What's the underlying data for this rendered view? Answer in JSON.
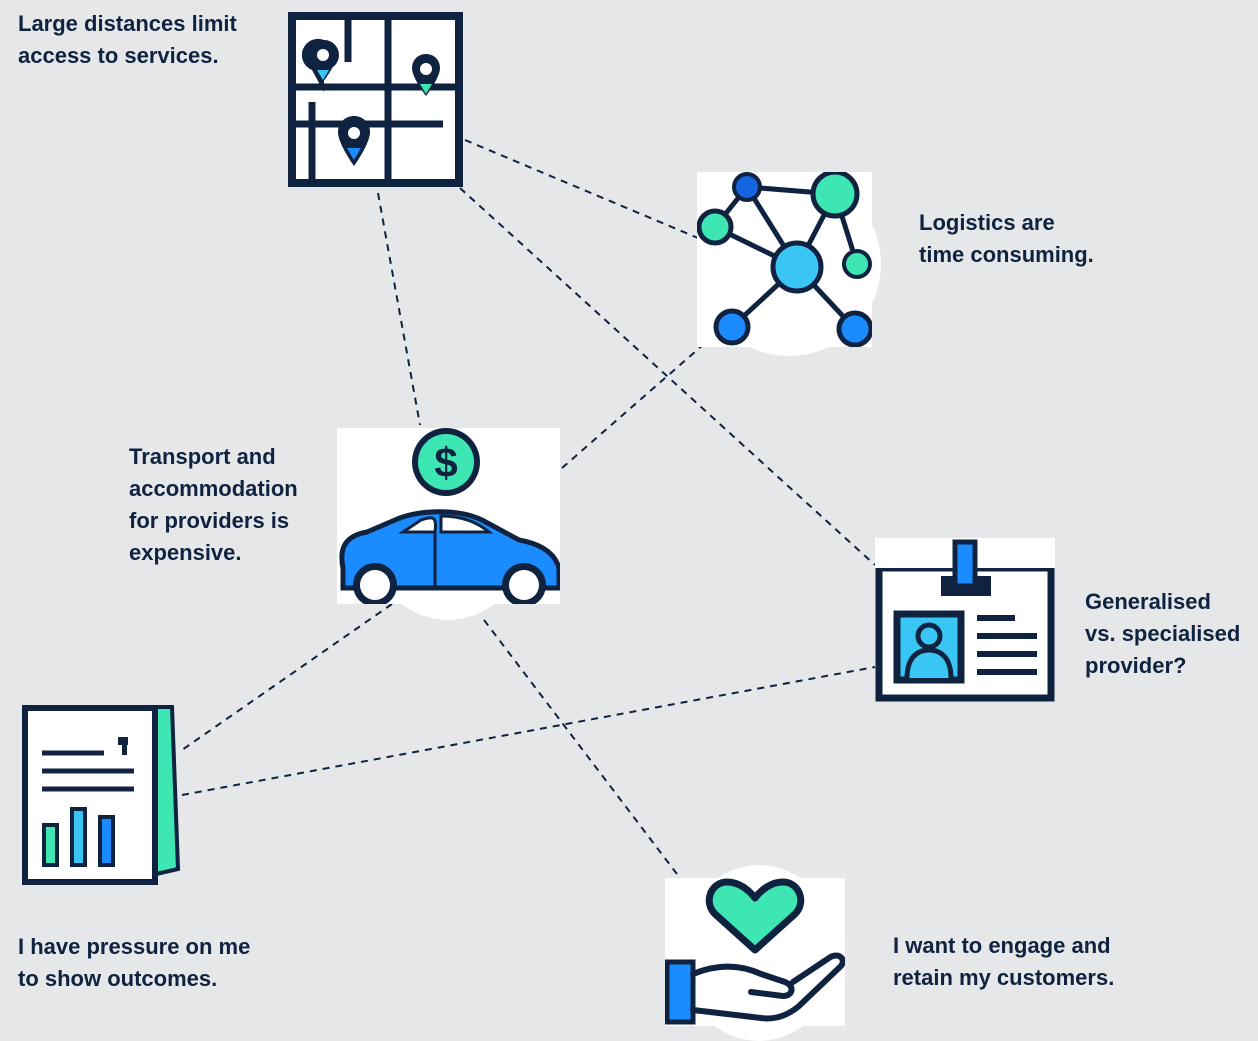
{
  "nodes": {
    "distances": {
      "text": "Large distances limit\naccess to services.",
      "icon": "map-pins-icon"
    },
    "logistics": {
      "text": "Logistics are\ntime consuming.",
      "icon": "network-icon"
    },
    "transport": {
      "text": "Transport and\naccommodation\nfor providers is\nexpensive.",
      "icon": "car-cost-icon"
    },
    "provider": {
      "text": "Generalised\nvs. specialised\nprovider?",
      "icon": "id-badge-icon"
    },
    "outcomes": {
      "text": "I have pressure on me\nto show outcomes.",
      "icon": "report-chart-icon"
    },
    "customers": {
      "text": "I want to engage and\nretain my customers.",
      "icon": "heart-hand-icon"
    }
  },
  "colors": {
    "navy": "#0f2340",
    "mint": "#3ee6b4",
    "blue": "#1a8cff",
    "light_blue": "#39c6f5",
    "dark_blue": "#1565e0",
    "background": "#e6e7e9"
  }
}
